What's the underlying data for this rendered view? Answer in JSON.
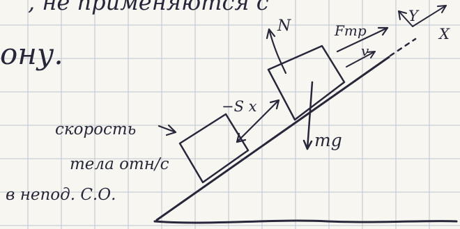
{
  "top_fragment": ", не применяются с",
  "fragment_ony": "ону.",
  "labels": {
    "N": "N",
    "ftr": "Fтр",
    "v": "v",
    "axis_y": "Y",
    "axis_x": "X",
    "displacement": "−S x",
    "weight": "mg",
    "velocity_note_line1": "скорость",
    "velocity_note_line2": "тела отн/с",
    "velocity_note_line3": "в непод. С.О."
  },
  "colors": {
    "ink": "#27263a",
    "paper": "#f7f6f0",
    "grid": "#bfc4cc"
  }
}
